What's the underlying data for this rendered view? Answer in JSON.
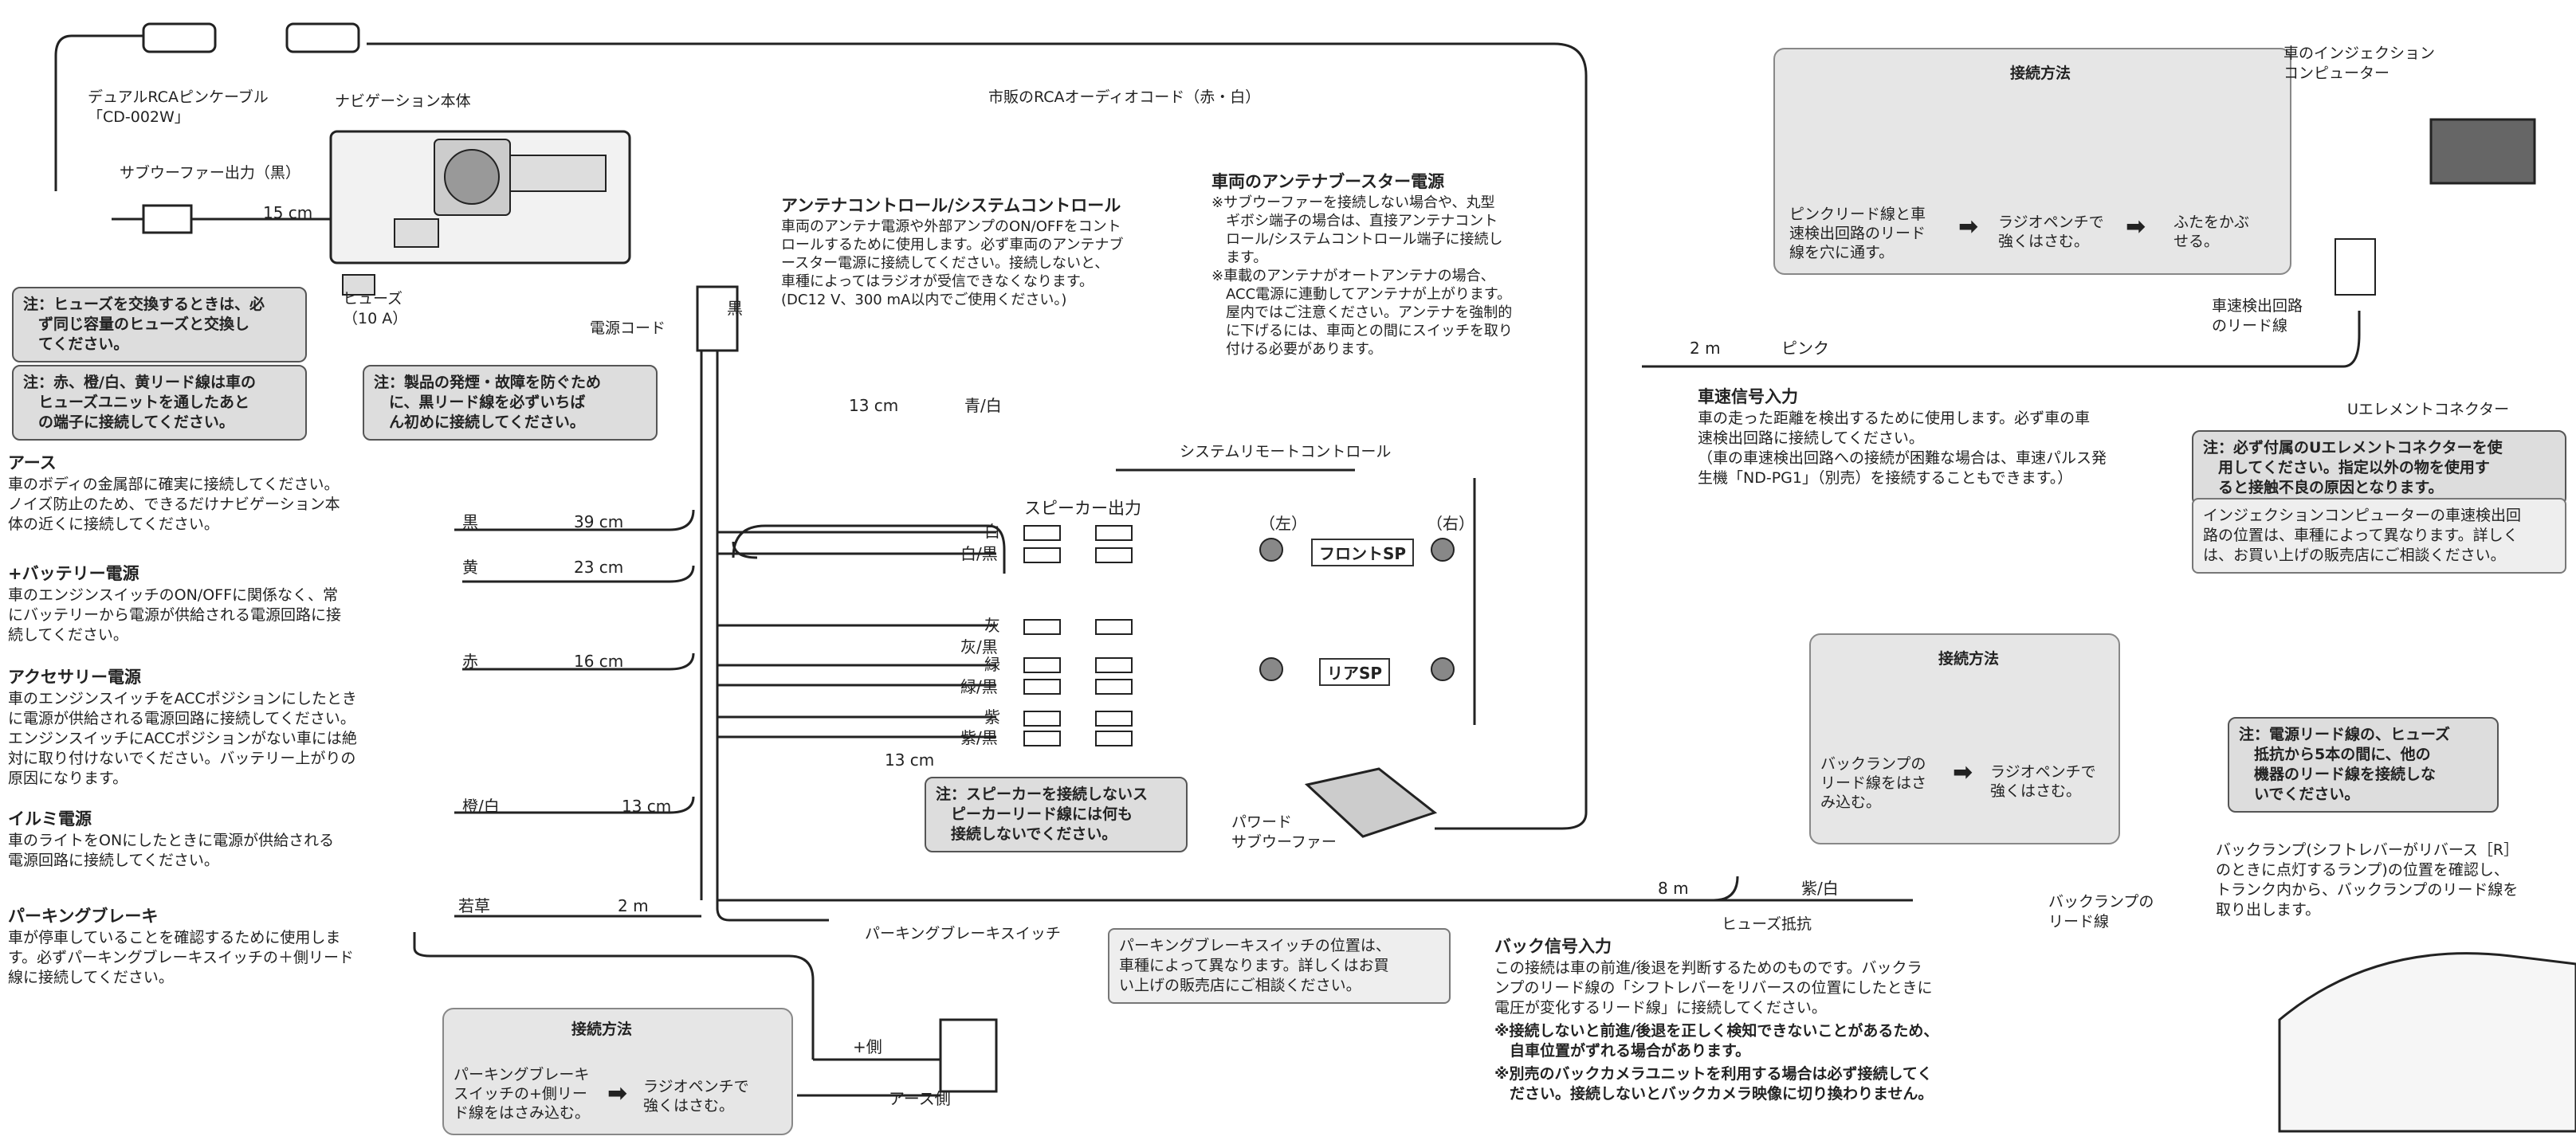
{
  "rca_cable": {
    "name": "デュアルRCAピンケーブル",
    "model": "「CD-002W」"
  },
  "subwoofer_output": "サブウーファー出力（黒）",
  "length_15cm": "15 cm",
  "navi_unit": "ナビゲーション本体",
  "rca_audio_cord": "市販のRCAオーディオコード（赤・白）",
  "fuse": "ヒューズ\n（10 A）",
  "power_cord": "電源コード",
  "black_label": "黒",
  "notes": {
    "fuse": "注：ヒューズを交換するときは、必\n　ず同じ容量のヒューズと交換し\n　てください。",
    "red_orange": "注：赤、橙/白、黄リード線は車の\n　ヒューズユニットを通したあと\n　の端子に接続してください。",
    "black_first": "注：製品の発煙・故障を防ぐため\n　に、黒リード線を必ずいちば\n　ん初めに接続してください。",
    "speaker": "注：スピーカーを接続しないス\n　ピーカーリード線には何も\n　接続しないでください。",
    "u_element": "注：必ず付属のUエレメントコネクターを使\n　用してください。指定以外の物を使用す\n　ると接触不良の原因となります。",
    "injection": "インジェクションコンピューターの車速検出回\n路の位置は、車種によって異なります。詳しく\nは、お買い上げの販売店にご相談ください。",
    "power_fuse": "注：電源リード線の、ヒューズ\n　抵抗から5本の間に、他の\n　機器のリード線を接続しな\n　いでください。",
    "parking_position": "パーキングブレーキスイッチの位置は、\n車種によって異なります。詳しくはお買\nい上げの販売店にご相談ください。"
  },
  "earth": {
    "title": "アース",
    "desc": "車のボディの金属部に確実に接続してください。\nノイズ防止のため、できるだけナビゲーション本\n体の近くに接続してください。",
    "color": "黒",
    "len": "39 cm"
  },
  "battery": {
    "title": "+バッテリー電源",
    "desc": "車のエンジンスイッチのON/OFFに関係なく、常\nにバッテリーから電源が供給される電源回路に接\n続してください。",
    "color": "黄",
    "len": "23 cm"
  },
  "accessory": {
    "title": "アクセサリー電源",
    "desc": "車のエンジンスイッチをACCポジションにしたとき\nに電源が供給される電源回路に接続してください。\nエンジンスイッチにACCポジションがない車には絶\n対に取り付けないでください。バッテリー上がりの\n原因になります。",
    "color": "赤",
    "len": "16 cm"
  },
  "illumi": {
    "title": "イルミ電源",
    "desc": "車のライトをONにしたときに電源が供給される\n電源回路に接続してください。",
    "color": "橙/白",
    "len": "13 cm"
  },
  "parking": {
    "title": "パーキングブレーキ",
    "desc": "車が停車していることを確認するために使用しま\nす。必ずパーキングブレーキスイッチの＋側リード\n線に接続してください。",
    "color": "若草",
    "len": "2 m"
  },
  "antenna_ctrl": {
    "title": "アンテナコントロール/システムコントロール",
    "desc": "車両のアンテナ電源や外部アンプのON/OFFをコント\nロールするために使用します。必ず車両のアンテナブ\nースター電源に接続してください。接続しないと、\n車種によってはラジオが受信できなくなります。\n(DC12 V、300 mA以内でご使用ください。)",
    "len": "13 cm",
    "color": "青/白"
  },
  "booster": {
    "title": "車両のアンテナブースター電源",
    "desc": "※サブウーファーを接続しない場合や、丸型\n　ギボシ端子の場合は、直接アンテナコント\n　ロール/システムコントロール端子に接続し\n　ます。\n※車載のアンテナがオートアンテナの場合、\n　ACC電源に連動してアンテナが上がります。\n　屋内ではご注意ください。アンテナを強制的\n　に下げるには、車両との間にスイッチを取り\n　付ける必要があります。"
  },
  "system_remote": "システムリモートコントロール",
  "speaker": {
    "title": "スピーカー出力",
    "wires": [
      "白",
      "白/黒",
      "灰",
      "灰/黒",
      "緑",
      "緑/黒",
      "紫",
      "紫/黒"
    ],
    "left": "（左）",
    "right": "（右）",
    "front": "フロントSP",
    "rear": "リアSP",
    "len": "13 cm"
  },
  "powered_sub": "パワード\nサブウーファー",
  "speed": {
    "len": "2 m",
    "color": "ピンク",
    "title": "車速信号入力",
    "desc": "車の走った距離を検出するために使用します。必ず車の車\n速検出回路に接続してください。\n（車の車速検出回路への接続が困難な場合は、車速パルス発\n生機「ND-PG1」（別売）を接続することもできます。）"
  },
  "injection_computer": "車のインジェクション\nコンピューター",
  "speed_lead": "車速検出回路\nのリード線",
  "u_element": "Uエレメントコネクター",
  "method_title": "接続方法",
  "method_top": {
    "s1": "ピンクリード線と車\n速検出回路のリード\n線を穴に通す。",
    "s2": "ラジオペンチで\n強くはさむ。",
    "s3": "ふたをかぶ\nせる。"
  },
  "method_back": {
    "s1": "バックランプの\nリード線をはさ\nみ込む。",
    "s2": "ラジオペンチで\n強くはさむ。"
  },
  "method_park": {
    "s1": "パーキングブレーキ\nスイッチの+側リー\nド線をはさみ込む。",
    "s2": "ラジオペンチで\n強くはさむ。"
  },
  "back": {
    "len": "8 m",
    "color": "紫/白",
    "fuse_resistor": "ヒューズ抵抗",
    "lamp_lead": "バックランプの\nリード線",
    "title": "バック信号入力",
    "desc": "この接続は車の前進/後退を判断するためのものです。バックラ\nンプのリード線の「シフトレバーをリバースの位置にしたときに\n電圧が変化するリード線」に接続してください。",
    "warn1": "※接続しないと前進/後退を正しく検知できないことがあるため、\n　自車位置がずれる場合があります。",
    "warn2": "※別売のバックカメラユニットを利用する場合は必ず接続してく\n　ださい。接続しないとバックカメラ映像に切り換わりません。"
  },
  "backlamp_desc": "バックランプ(シフトレバーがリバース［R］\nのときに点灯するランプ)の位置を確認し、\nトランク内から、バックランプのリード線を\n取り出します。",
  "parking_switch": "パーキングブレーキスイッチ",
  "plus_side": "+側",
  "earth_side": "アース側"
}
